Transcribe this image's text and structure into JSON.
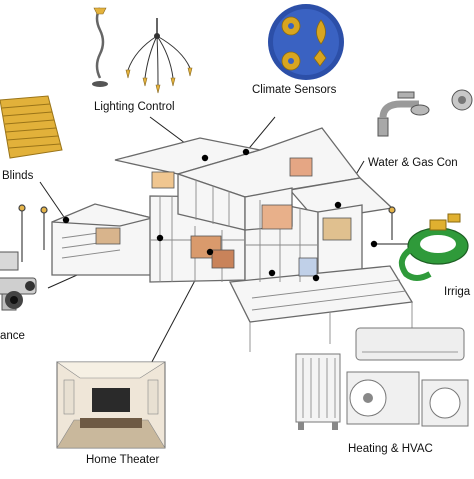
{
  "labels": {
    "lighting": "Lighting Control",
    "climate": "Climate Sensors",
    "blinds": "Blinds",
    "water_gas": "Water & Gas Con",
    "irrigation": "Irriga",
    "surveillance": "ance",
    "heating": "Heating & HVAC",
    "theater": "Home Theater"
  },
  "colors": {
    "house_line": "#6a6a6a",
    "house_fill": "#f4f4f4",
    "sensor_blue": "#2c4fa8",
    "sensor_gold": "#d8a520",
    "blinds_gold": "#e2b13a",
    "irrigation_green": "#2f9a3a",
    "hvac_white": "#eeeeee"
  },
  "icons": {
    "lighting": "chandelier-icon",
    "climate": "climate-sensor-icon",
    "blinds": "blinds-icon",
    "water_gas": "faucet-icon",
    "irrigation": "sprinkler-icon",
    "surveillance": "camera-icon",
    "heating": "hvac-icon",
    "theater": "home-theater-icon"
  }
}
